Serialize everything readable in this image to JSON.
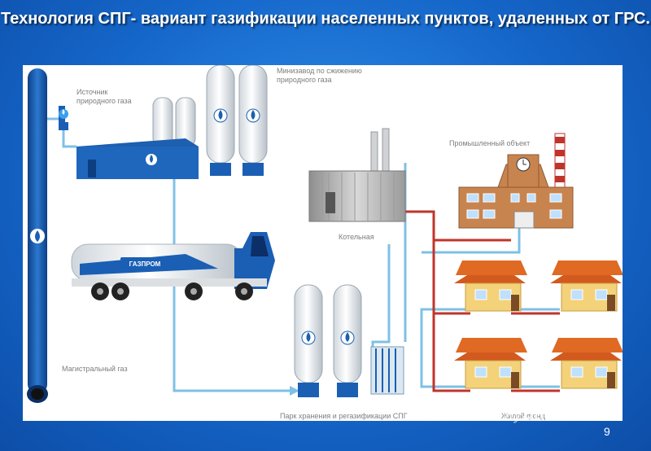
{
  "title": "Технология СПГ- вариант газификации населенных пунктов, удаленных от ГРС.",
  "labels": {
    "source": "Источник природного газа",
    "miniplant": "Минизавод по сжижению природного газа",
    "industrial": "Промышленный объект",
    "boiler": "Котельная",
    "mainline": "Магистральный газ",
    "storage": "Парк хранения и регазификации СПГ",
    "housing": "Жилой фонд"
  },
  "truck_brand": "ГАЗПРОМ",
  "page_number": "9",
  "watermark": {
    "part1": "My",
    "part2": "Shared"
  },
  "colors": {
    "pipe_blue": "#7fc0e6",
    "pipe_red": "#c0352b",
    "brand_blue": "#1a5fb4"
  }
}
